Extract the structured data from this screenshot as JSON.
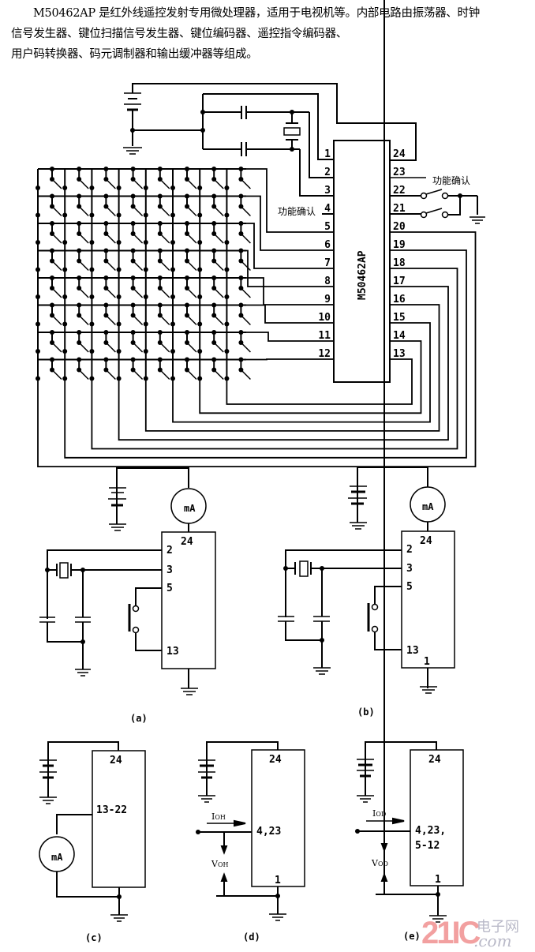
{
  "intro": {
    "lines": [
      "M50462AP 是红外线遥控发射专用微处理器，适用于电视机等。内部电路由振荡器、时钟",
      "信号发生器、键位扫描信号发生器、键位编码器、遥控指令编码器、",
      "用户码转换器、码元调制器和输出缓冲器等组成。"
    ]
  },
  "main_circuit": {
    "chip_label": "M50462AP",
    "left_pins": [
      "1",
      "2",
      "3",
      "4",
      "5",
      "6",
      "7",
      "8",
      "9",
      "10",
      "11",
      "12"
    ],
    "right_pins": [
      "24",
      "23",
      "22",
      "21",
      "20",
      "19",
      "18",
      "17",
      "16",
      "15",
      "14",
      "13"
    ],
    "function_confirm_left": "功能确认",
    "function_confirm_right": "功能确认",
    "key_matrix": {
      "rows": 8,
      "cols": 8
    }
  },
  "test_circuits": {
    "a": {
      "caption": "(a)",
      "meter": "mA",
      "pins": {
        "vdd": "24",
        "p2": "2",
        "p3": "3",
        "p5": "5",
        "p13": "13"
      }
    },
    "b": {
      "caption": "(b)",
      "meter": "mA",
      "pins": {
        "vdd": "24",
        "p2": "2",
        "p3": "3",
        "p5": "5",
        "p13": "13",
        "gnd": "1"
      }
    },
    "c": {
      "caption": "(c)",
      "meter": "mA",
      "pins": {
        "vdd": "24",
        "io": "13-22"
      }
    },
    "d": {
      "caption": "(d)",
      "pins": {
        "vdd": "24",
        "io": "4,23",
        "gnd": "1"
      },
      "current_label": "I",
      "current_sub": "OH",
      "voltage_label": "V",
      "voltage_sub": "OH"
    },
    "e": {
      "caption": "(e)",
      "pins": {
        "vdd": "24",
        "io_line1": "4,23,",
        "io_line2": "5-12",
        "gnd": "1"
      },
      "current_label": "I",
      "current_sub": "OD",
      "voltage_label": "V",
      "voltage_sub": "OD"
    }
  },
  "watermark": {
    "brand": "21IC",
    "cn": "电子网",
    "domain": ".com"
  },
  "colors": {
    "ink": "#000000",
    "watermark_red": "#f2a0a0",
    "watermark_gray": "#b9b9c8"
  }
}
